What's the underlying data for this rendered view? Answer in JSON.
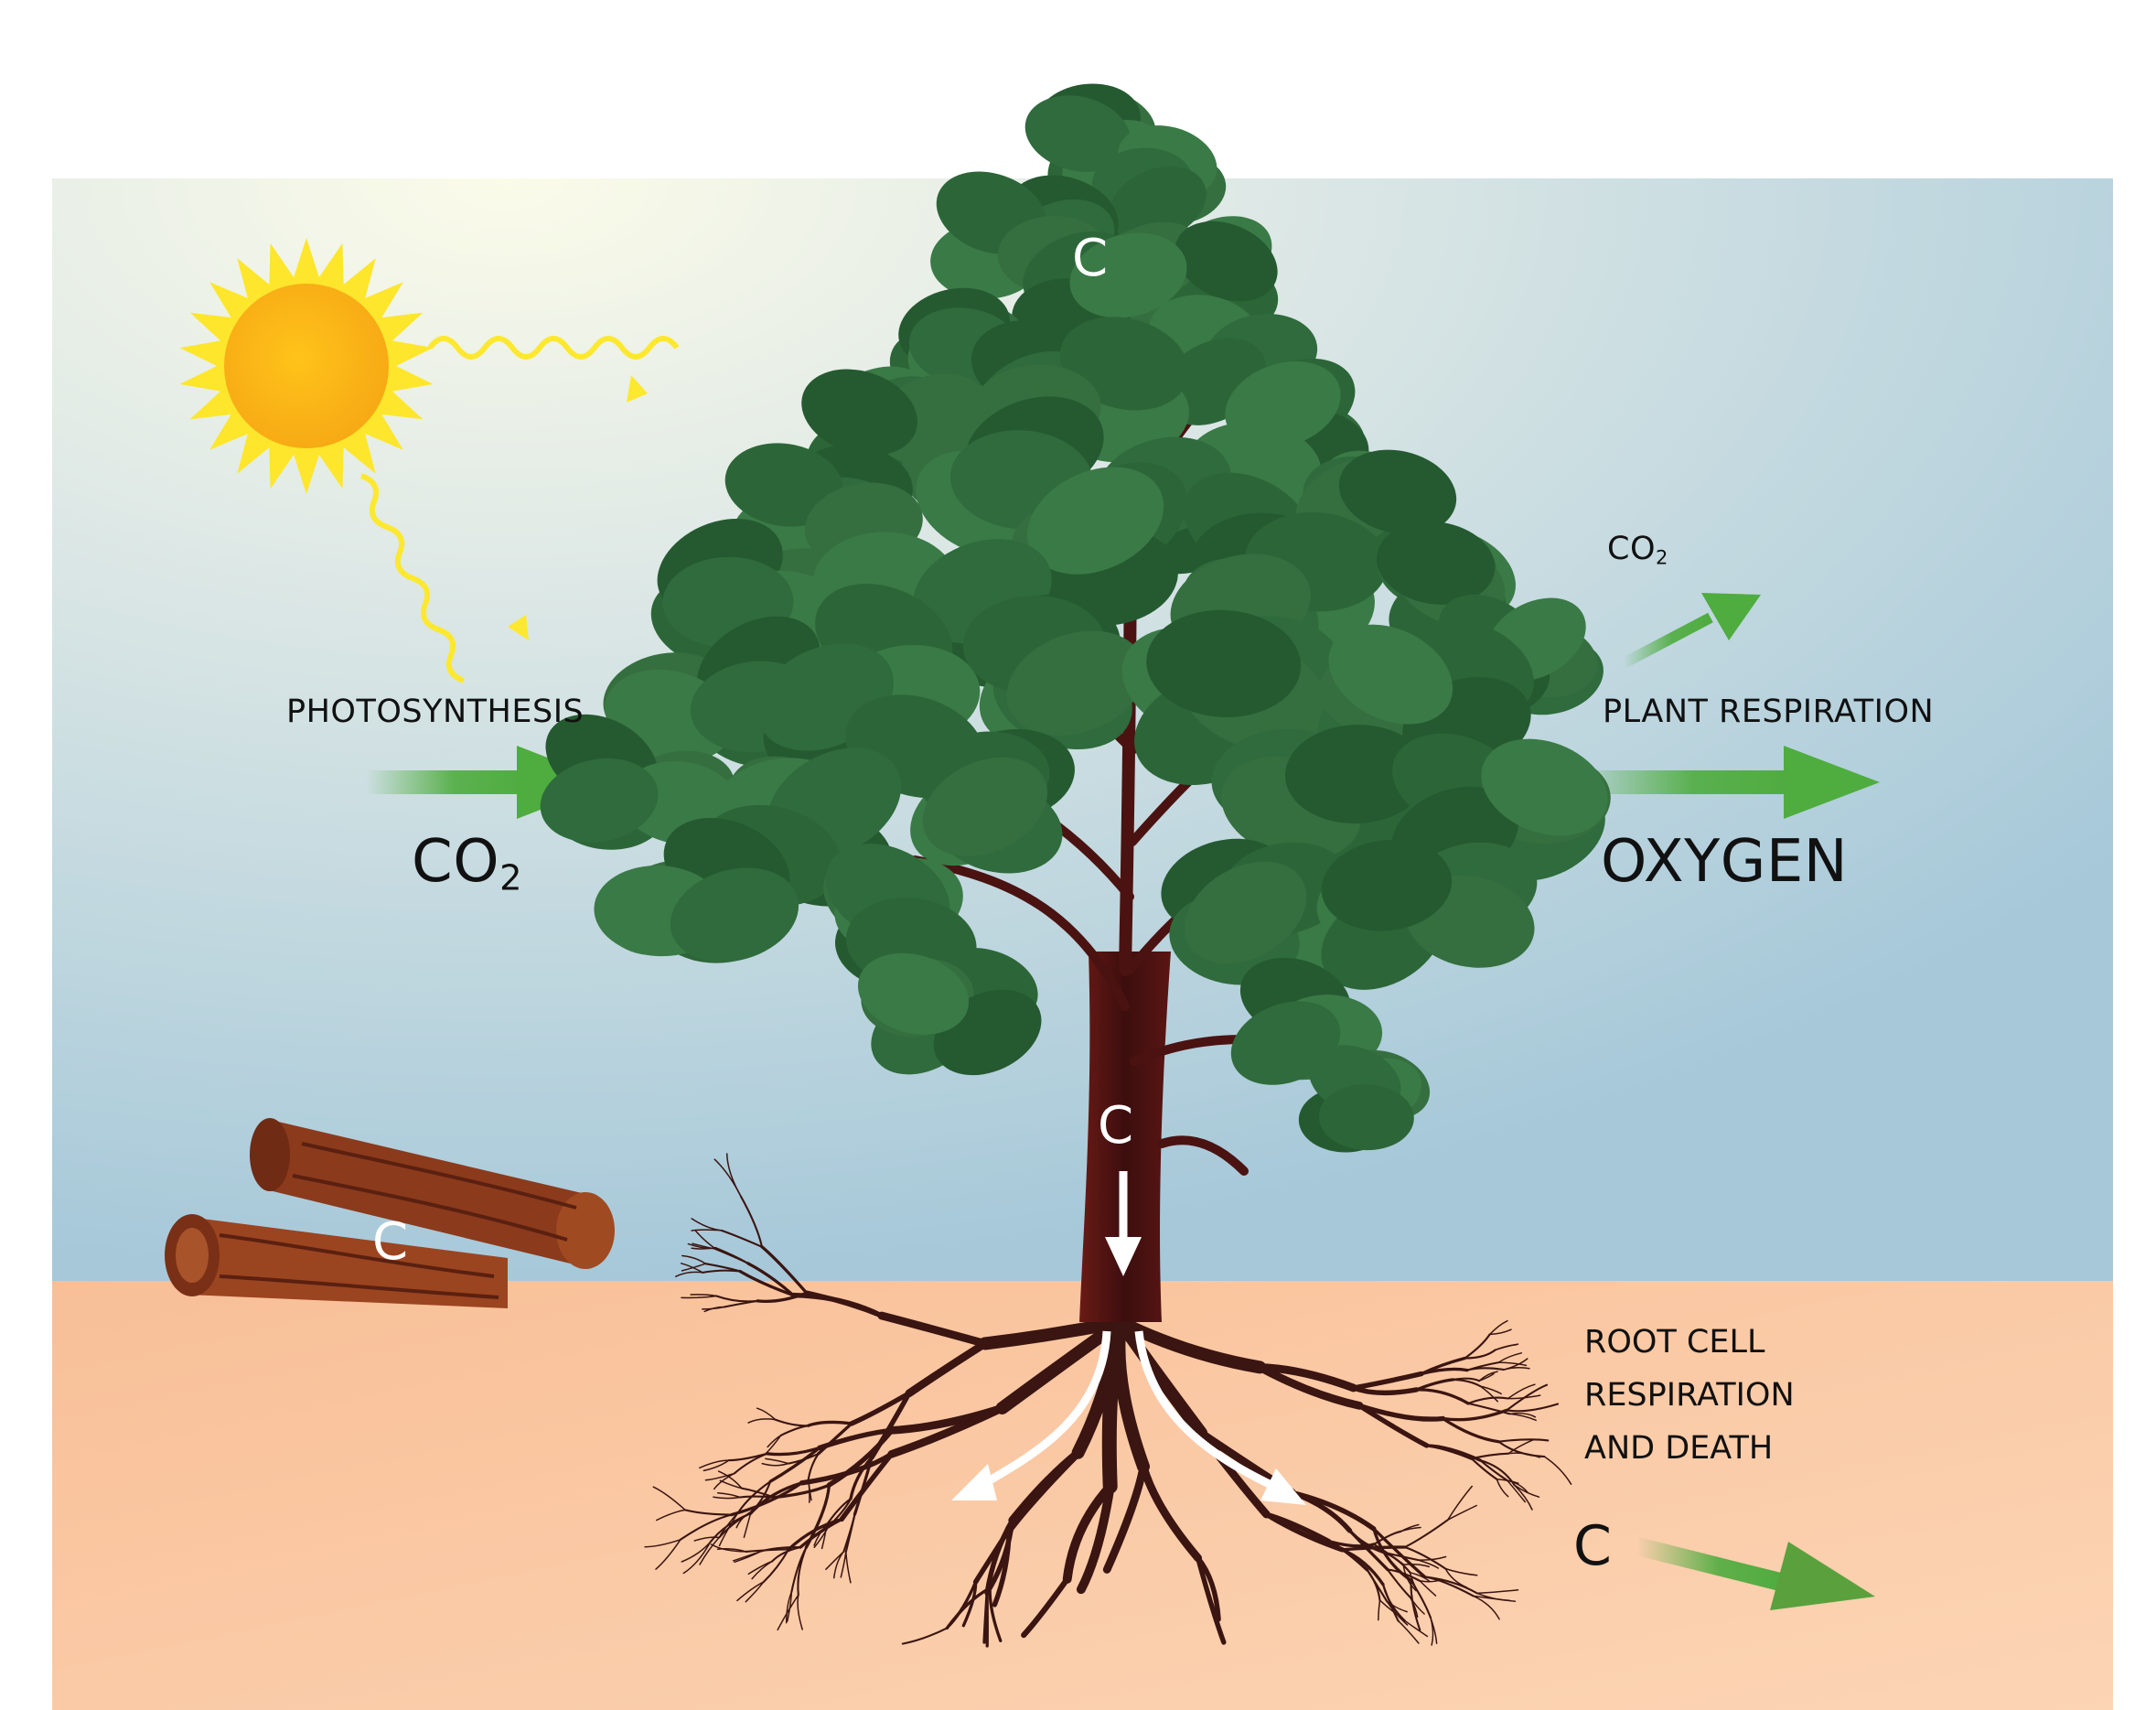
{
  "labels": {
    "photosynthesis": "PHOTOSYNTHESIS",
    "co2_left_main": "CO",
    "co2_left_sub": "2",
    "co2_right_main": "CO",
    "co2_right_sub": "2",
    "plant_respiration": "PLANT RESPIRATION",
    "oxygen": "OXYGEN",
    "root_line1": "ROOT CELL",
    "root_line2": "RESPIRATION",
    "root_line3": "AND DEATH",
    "carbon_root": "C",
    "carbon_canopy": "C",
    "carbon_trunk": "C",
    "carbon_logs": "C"
  },
  "colors": {
    "sky_top": "#f6f6e6",
    "sky_bottom": "#a7c9d9",
    "soil": "#f9c8a3",
    "sun": "#f7b516",
    "sun_rays": "#fde830",
    "arrow_green": "#4fac3f",
    "foliage": "#2f6b3c",
    "trunk": "#4a1312",
    "logs": "#8b3a1c"
  },
  "icons": [
    "sun-icon",
    "tree-icon",
    "roots-icon",
    "logs-icon",
    "arrow-icon"
  ]
}
